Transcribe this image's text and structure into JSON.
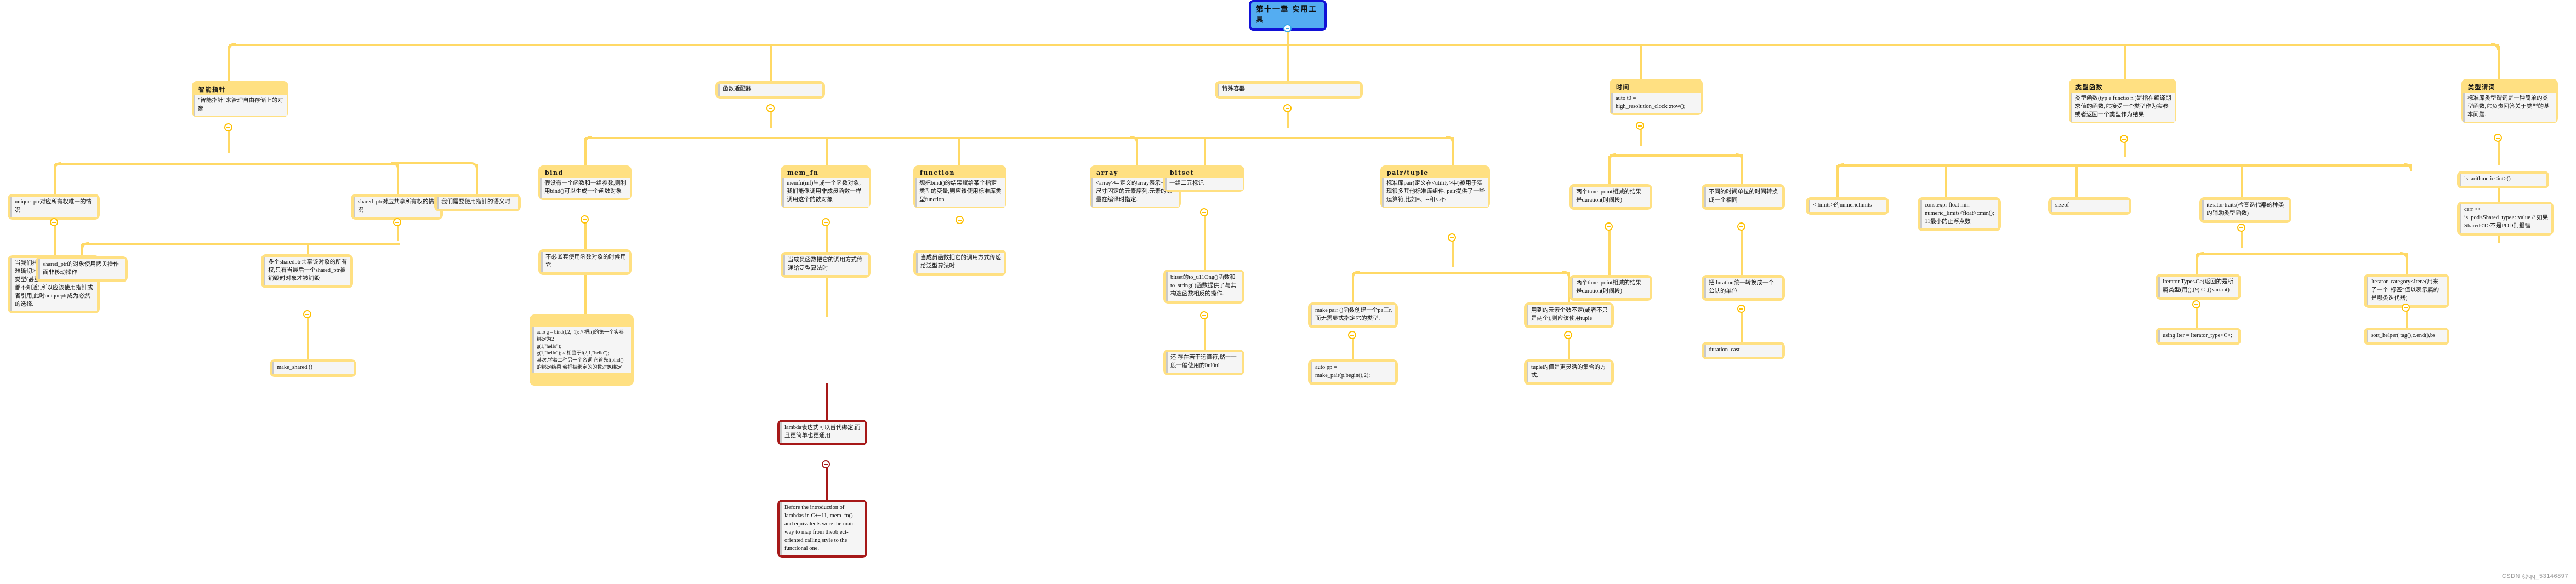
{
  "root": {
    "label": "第十一章 实用工具"
  },
  "watermark": "CSDN @qq_53146897",
  "colors": {
    "root_fill": "#54ADF2",
    "root_border": "#1111D6",
    "branch_fill": "#FFE082",
    "body_fill": "#F5F5F5",
    "edge": "#FFD966",
    "accent_red": "#A61818"
  },
  "branches": [
    {
      "id": "smart-pointers",
      "title": "智能指针",
      "body": "\"智能指针\"来管理自由存储上的对象",
      "children": [
        {
          "id": "unique-ptr",
          "body": "unique_ptr对应所有权唯一的情况",
          "children": [
            {
              "id": "unique-ptr-polymorphic",
              "body": "当我们指向一个多态对象时,很难确切地知道对象到底是什么类型(甚至连对象的大11201 小都不知道),所以应该使用指针或者引用,此时uniqueptr成为必然的选择."
            }
          ]
        },
        {
          "id": "shared-ptr",
          "body": "shared_ptr对应共享所有权的情况",
          "children": [
            {
              "id": "shared-ptr-copy",
              "body": "shared_ptr的对象使用拷贝操作而非移动操作"
            },
            {
              "id": "shared-ptr-ownership",
              "body": "多个sharedptr共享该对象的所有权,只有当最后一个shared_ptr被销毁时对象才被销毁",
              "children": [
                {
                  "id": "make-shared",
                  "body": "make_shared ()"
                }
              ]
            }
          ]
        },
        {
          "id": "pointer-semantics",
          "body": "我们需要使用指针的语义时"
        }
      ]
    },
    {
      "id": "function-adapter",
      "title": "",
      "body": "函数适配器",
      "children": [
        {
          "id": "bind",
          "title": "bind",
          "body": "假设有一个函数和一组参数,则利用bind()可以生成一个函数对象",
          "children": [
            {
              "id": "bind-nested",
              "body": "不必嵌套使用函数对象的时候用它"
            },
            {
              "id": "bind-placeholder",
              "body": "auto g = bind(f,2,_1);  // 把f()的第一个实参绑定为2\ng(1,\"hello\");\ng(1,\"hello\");  // 相当于f(2,1,\"hello\");\n其次,学着二种另一个名词 它首先f(bind()的绑定结果 会把被绑定的的数对象绑定"
            }
          ]
        },
        {
          "id": "mem-fn",
          "title": "mem_fn",
          "body": "memfn(mf)生成一个函数对象,我们能像调用非成员函数一样调用这个的数对象",
          "children": [
            {
              "id": "mem-fn-note",
              "body": "当成员函数把它的调用方式传递给泛型算法时"
            }
          ]
        },
        {
          "id": "function",
          "title": "function",
          "body": "想把bind()的结果赋给某个指定类型的变量,则应该使用标准库类型function",
          "children": [
            {
              "id": "lambda-replaces-bind",
              "red": true,
              "body": "lambda表达式可以替代绑定,而且更简单也更通用",
              "children": [
                {
                  "id": "lambda-history",
                  "red": true,
                  "body": "Before the introduction of lambdas in C++11, mem_fn() and equivalents were the main way to map from theobject-oriented calling style to the functional one."
                }
              ]
            }
          ]
        }
      ]
    },
    {
      "id": "special-containers",
      "title": "",
      "body": "特殊容器",
      "children": [
        {
          "id": "array",
          "title": "array",
          "body": "<array>中定义的array表示一个尺寸固定的元素序列,元素的数量在编译时指定."
        },
        {
          "id": "bitset",
          "title": "bitset",
          "body": "一组二元标记",
          "children": [
            {
              "id": "bitset-to-ulong",
              "body": "bitset的to_u11Ong()函数和to_string( )函数提供了与其构造函数相反的操作.",
              "children": [
                {
                  "id": "bitset-ops",
                  "body": "还 存在若干运算符,然一一般一般使用的0ul0ul"
                }
              ]
            }
          ]
        },
        {
          "id": "pair-tuple",
          "title": "pair/tuple",
          "body": "标准库pair(定义在<utility>中)被用于实现很多其他标准库组件. pair提供了一些运算符,比如=、--和<.不",
          "children": [
            {
              "id": "make-pair",
              "body": "make pair ()函数创建一个pa工r,而无需显式指定它的类型.",
              "children": [
                {
                  "id": "auto-pp",
                  "body": "auto pp = make_pair(p.begin(),2);"
                }
              ]
            },
            {
              "id": "tuple-count",
              "body": "用到的元素个数不定(或者不只是两个),则应该使用tuple",
              "children": [
                {
                  "id": "tuple-note",
                  "body": "tuple的值是更灵活的集合的方式."
                }
              ]
            }
          ]
        }
      ]
    },
    {
      "id": "time",
      "title": "时间",
      "body": "auto t0 = high_resolution_clock::now();",
      "children": [
        {
          "id": "time-point",
          "body": "两个time_point相减的结果是duration(时间段)",
          "children": [
            {
              "id": "duration-cast-note",
              "body": "两个time_point相减的结果是duration(时间段)"
            }
          ]
        },
        {
          "id": "duration-unify",
          "body": "不同的时间单位的时间转换成一个相同",
          "children": [
            {
              "id": "duration-convert",
              "body": "把duration统一转换成一个公认的单位",
              "children": [
                {
                  "id": "duration-cast",
                  "body": "duration_cast"
                }
              ]
            }
          ]
        }
      ]
    },
    {
      "id": "type-function",
      "title": "类型函数",
      "body": "类型函数(typ e functio n )是指在编译期求值的函数,它接受一个类型作为实参或者返回一个类型作为结果",
      "children": [
        {
          "id": "numeric-limits",
          "body": "< limits>的numericlimits"
        },
        {
          "id": "constexpr-float-min",
          "body": "constexpr float min = numeric_limits<float>::min(); 11最小的正浮点数"
        },
        {
          "id": "sizeof",
          "body": "sizeof"
        },
        {
          "id": "iterator-traits",
          "body": "iterator traits(检查迭代器的种类的辅助类型函数)",
          "children": [
            {
              "id": "iterator-category",
              "body": "Iterator Type<C>(返回的是所属类型(用(),(9) C  ,()variant)",
              "children": [
                {
                  "id": "using-iter",
                  "body": "using Iter = Iterator_type<C>;"
                }
              ]
            },
            {
              "id": "iterator-category-2",
              "body": "Iterator_category<Iter>(用来了一个\"标签\"值以表示属的是哪类迭代器)",
              "children": [
                {
                  "id": "sort-helper",
                  "body": "sort_helper( tag(),c.end(),bs"
                }
              ]
            }
          ]
        }
      ]
    },
    {
      "id": "type-predicate",
      "title": "类型谓词",
      "body": "标准库类型谓词是一种简单的类型函数,它负责回答关于类型的基本问题.",
      "children": [
        {
          "id": "is-arithmetic",
          "body": "is_arithmetic<int>()"
        },
        {
          "id": "is-pod-example",
          "body": "cerr << is_pod<Shared_type>::value  // 如果Shared<T>不是POD则报错"
        }
      ]
    }
  ]
}
